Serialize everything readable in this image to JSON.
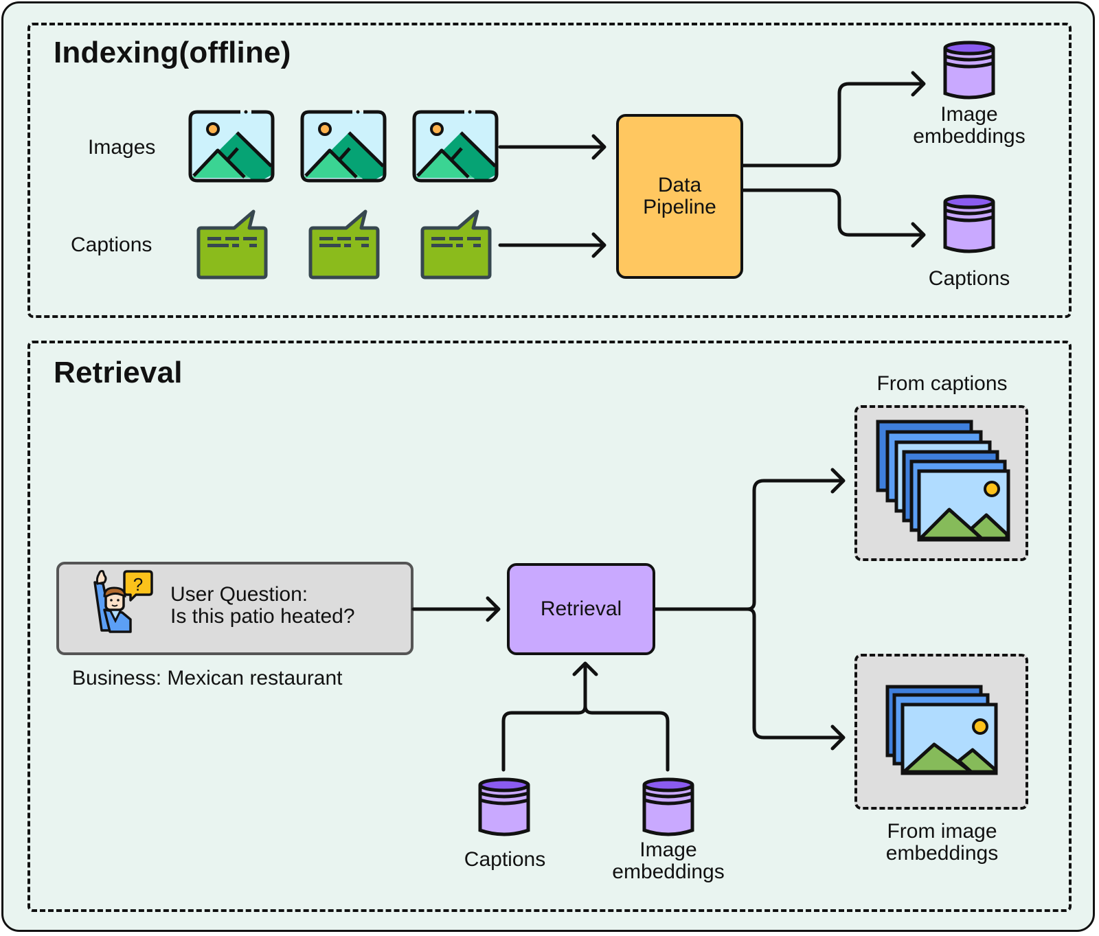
{
  "indexing": {
    "title": "Indexing(offline)",
    "row_labels": {
      "images": "Images",
      "captions": "Captions"
    },
    "image_icons": [
      "image-icon",
      "image-icon",
      "image-icon"
    ],
    "caption_icons": [
      "caption-bubble-icon",
      "caption-bubble-icon",
      "caption-bubble-icon"
    ],
    "pipeline": {
      "line1": "Data",
      "line2": "Pipeline"
    },
    "outputs": [
      {
        "icon": "database-icon",
        "line1": "Image",
        "line2": "embeddings"
      },
      {
        "icon": "database-icon",
        "line1": "Captions",
        "line2": ""
      }
    ]
  },
  "retrieval": {
    "title": "Retrieval",
    "question": {
      "icon": "user-question-icon",
      "line1": "User Question:",
      "line2": "Is this patio heated?"
    },
    "business": "Business:  Mexican restaurant",
    "retrieval_box": "Retrieval",
    "sources": [
      {
        "icon": "database-icon",
        "line1": "Captions",
        "line2": ""
      },
      {
        "icon": "database-icon",
        "line1": "Image",
        "line2": "embeddings"
      }
    ],
    "results": [
      {
        "label_line1": "From captions",
        "label_line2": "",
        "icon": "image-stack-icon",
        "stack_count": 6
      },
      {
        "label_line1": "From image",
        "label_line2": "embeddings",
        "icon": "image-stack-icon",
        "stack_count": 3
      }
    ]
  },
  "colors": {
    "background": "#e9f4f0",
    "pipeline": "#ffc760",
    "retrieval": "#c9a9ff",
    "database": "#c9a9ff",
    "database_top": "#8b5cf0",
    "caption_bubble": "#8bbb1c",
    "image_sky": "#cdf2fc",
    "mountain_light": "#3bd493",
    "mountain_dark": "#06a374",
    "sun": "#ffb34d",
    "stack_blue_dark": "#3f7fdc",
    "stack_blue": "#5c9ff5",
    "stack_sky": "#b0dcff",
    "stack_mountain": "#86bb5a",
    "stack_sun": "#fcc21b",
    "question_box": "#dcdcdc"
  }
}
